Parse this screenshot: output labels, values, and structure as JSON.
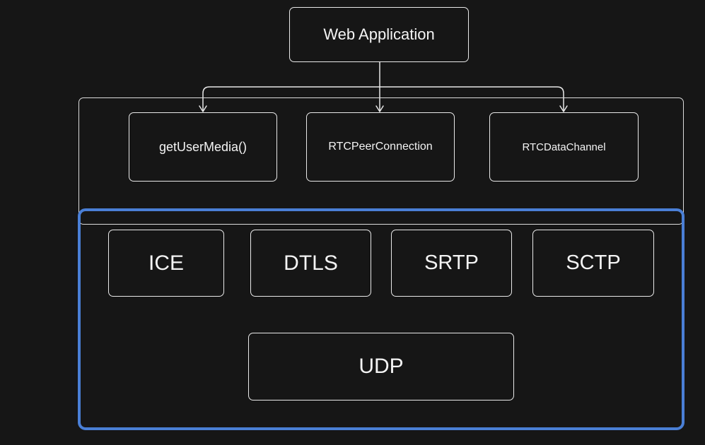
{
  "nodes": {
    "web_application": "Web Application",
    "get_user_media": "getUserMedia()",
    "rtc_peer_connection": "RTCPeerConnection",
    "rtc_data_channel": "RTCDataChannel",
    "ice": "ICE",
    "dtls": "DTLS",
    "srtp": "SRTP",
    "sctp": "SCTP",
    "udp": "UDP"
  },
  "edges": [
    {
      "from": "web_application",
      "to": "get_user_media"
    },
    {
      "from": "web_application",
      "to": "rtc_peer_connection"
    },
    {
      "from": "web_application",
      "to": "rtc_data_channel"
    }
  ],
  "groups": {
    "browser_apis": [
      "get_user_media",
      "rtc_peer_connection",
      "rtc_data_channel"
    ],
    "transport_protocols": [
      "ice",
      "dtls",
      "srtp",
      "sctp",
      "udp"
    ]
  },
  "colors": {
    "background": "#161616",
    "stroke": "#e9e9e9",
    "highlight": "#4a7fd6",
    "text": "#f4f4f4"
  }
}
